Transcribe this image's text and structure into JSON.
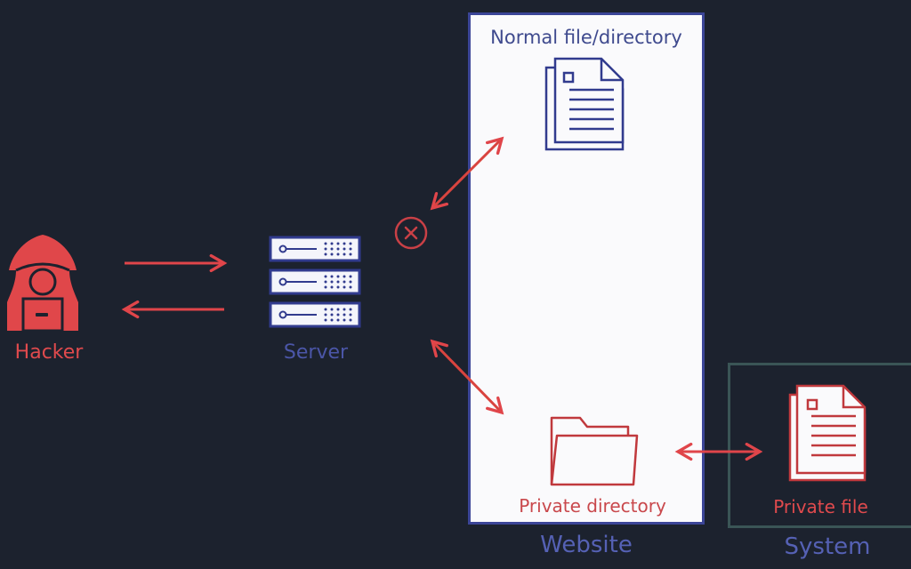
{
  "diagram": {
    "nodes": {
      "hacker": {
        "label": "Hacker",
        "icon": "hooded-hacker-icon"
      },
      "server": {
        "label": "Server",
        "icon": "server-rack-icon"
      },
      "normal_file": {
        "label": "Normal file/directory",
        "icon": "document-stack-icon"
      },
      "private_directory": {
        "label": "Private directory",
        "icon": "folder-icon"
      },
      "private_file": {
        "label": "Private file",
        "icon": "document-stack-icon"
      }
    },
    "groups": {
      "website": {
        "label": "Website"
      },
      "system": {
        "label": "System"
      }
    },
    "edges": [
      {
        "from": "hacker",
        "to": "server",
        "direction": "request"
      },
      {
        "from": "server",
        "to": "hacker",
        "direction": "response"
      },
      {
        "from": "server",
        "to": "normal_file",
        "direction": "bidirectional",
        "status": "blocked",
        "marker": "x-circle-icon"
      },
      {
        "from": "server",
        "to": "private_directory",
        "direction": "bidirectional"
      },
      {
        "from": "private_directory",
        "to": "private_file",
        "direction": "bidirectional"
      }
    ],
    "colors": {
      "background": "#1c222e",
      "attack_red": "#e0454a",
      "server_blue": "#3b4597",
      "website_fill": "#fafafc",
      "system_border": "#3a5556"
    }
  }
}
